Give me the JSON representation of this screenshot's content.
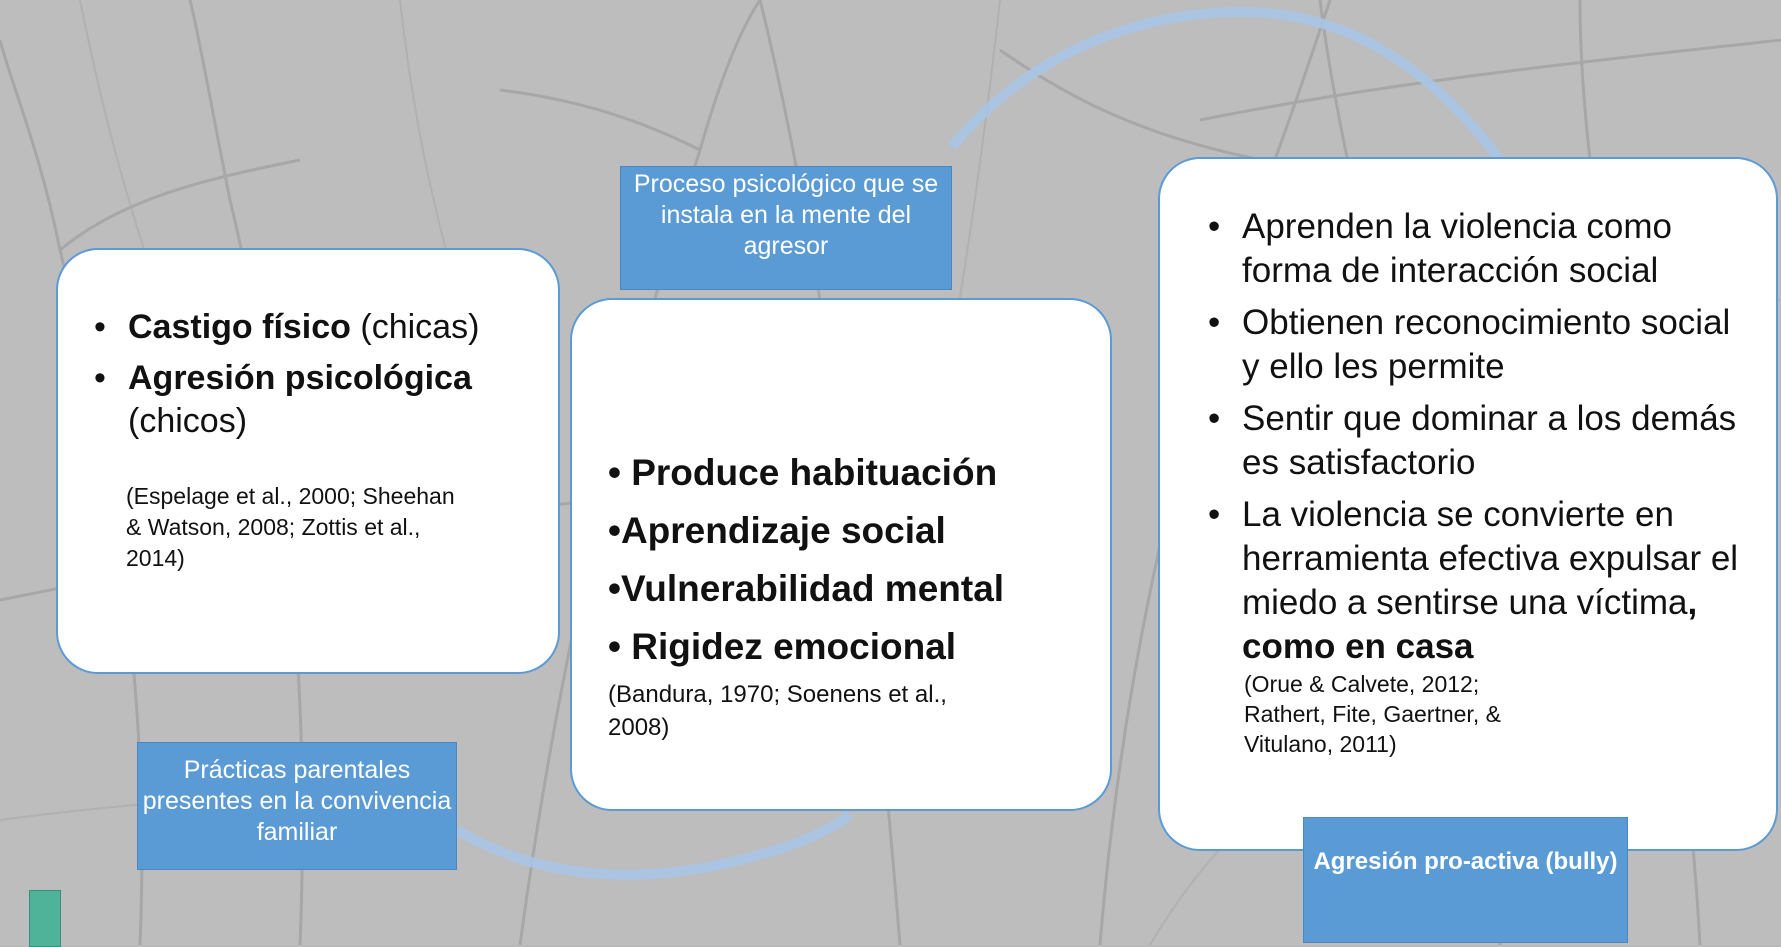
{
  "labels": {
    "top": "Proceso psicológico que se instala en la mente del agresor",
    "bottom_left": "Prácticas parentales presentes en la convivencia familiar",
    "bottom_right": "Agresión pro-activa (bully)"
  },
  "card_left": {
    "items": [
      {
        "bold": "Castigo físico",
        "rest": " (chicas)"
      },
      {
        "bold": "Agresión psicológica",
        "rest": " (chicos)"
      }
    ],
    "citation": "(Espelage et al., 2000; Sheehan & Watson, 2008; Zottis et al., 2014)"
  },
  "card_mid": {
    "items": [
      "• Produce habituación",
      "•Aprendizaje social",
      "•Vulnerabilidad mental",
      "• Rigidez emocional"
    ],
    "citation": "(Bandura, 1970; Soenens et al., 2008)"
  },
  "card_right": {
    "items": [
      "Aprenden la violencia como forma de interacción social",
      "Obtienen reconocimiento social y ello les permite",
      "Sentir que dominar a los demás es satisfactorio"
    ],
    "last_item_text": "La violencia se convierte en herramienta efectiva expulsar el miedo a sentirse una víctima",
    "last_item_bold": ", como en casa",
    "citation": "(Orue & Calvete, 2012; Rathert, Fite, Gaertner, & Vitulano, 2011)"
  },
  "colors": {
    "accent": "#5b9bd5",
    "arc": "#a9c4e6",
    "card": "#ffffff",
    "bar": "#4fb39a"
  }
}
